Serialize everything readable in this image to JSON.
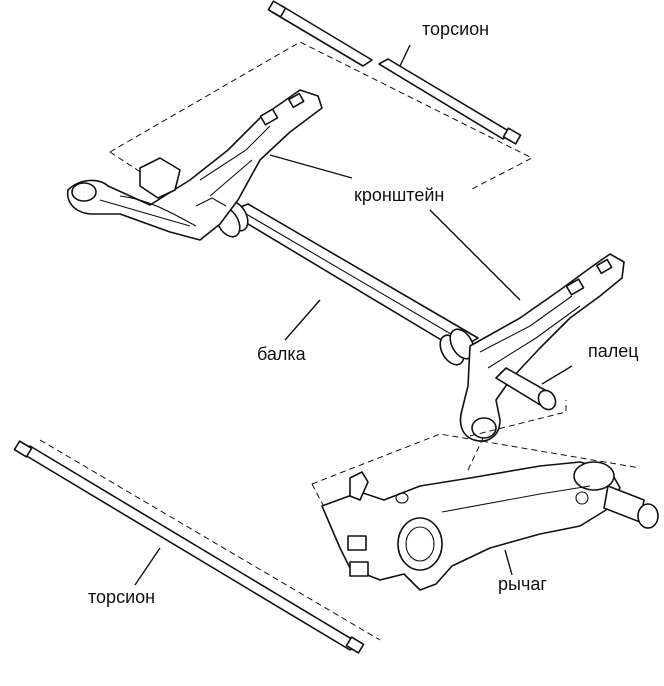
{
  "labels": {
    "torsion_top": "торсион",
    "bracket": "кронштейн",
    "beam": "балка",
    "pin": "палец",
    "lever": "рычаг",
    "torsion_bottom": "торсион"
  },
  "colors": {
    "ink": "#111111",
    "paper": "#ffffff"
  }
}
